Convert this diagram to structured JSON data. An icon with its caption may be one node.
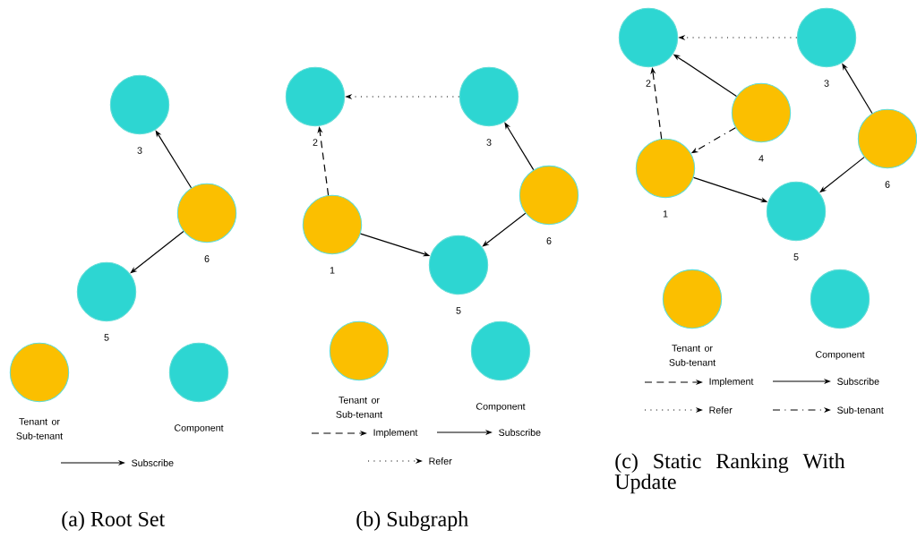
{
  "diagram": {
    "nodes": [
      {
        "text": [
          "3"
        ]
      },
      {
        "text": [
          "6"
        ]
      },
      {
        "text": [
          "5"
        ]
      },
      {
        "text": [
          "2"
        ]
      },
      {
        "text": [
          "3"
        ]
      },
      {
        "text": [
          "1"
        ]
      },
      {
        "text": [
          "6"
        ]
      },
      {
        "text": [
          "5"
        ]
      },
      {
        "text": [
          "2"
        ]
      },
      {
        "text": [
          "3"
        ]
      },
      {
        "text": [
          "4"
        ]
      },
      {
        "text": [
          "1"
        ]
      },
      {
        "text": [
          "6"
        ]
      },
      {
        "text": [
          "5"
        ]
      }
    ],
    "edges": [
      {
        "from": 1,
        "to": 0,
        "arrow": "to"
      },
      {
        "from": 1,
        "to": 2,
        "arrow": "to"
      },
      {
        "from": 4,
        "to": 3,
        "arrow": "to",
        "style": "dashed"
      },
      {
        "from": 5,
        "to": 3,
        "arrow": "to",
        "style": "dashed"
      },
      {
        "from": 6,
        "to": 4,
        "arrow": "to"
      },
      {
        "from": 6,
        "to": 7,
        "arrow": "to"
      },
      {
        "from": 5,
        "to": 7,
        "arrow": "to"
      },
      {
        "from": 9,
        "to": 8,
        "arrow": "to",
        "style": "dashed"
      },
      {
        "from": 11,
        "to": 8,
        "arrow": "to",
        "style": "dashed"
      },
      {
        "from": 10,
        "to": 8,
        "arrow": "to"
      },
      {
        "from": 10,
        "to": 11,
        "arrow": "to",
        "style": "dashed"
      },
      {
        "from": 12,
        "to": 9,
        "arrow": "to"
      },
      {
        "from": 12,
        "to": 13,
        "arrow": "to"
      },
      {
        "from": 11,
        "to": 13,
        "arrow": "to"
      }
    ],
    "labels": [
      "(a) Root Set",
      "(b) Subgraph",
      "(c) Static Ranking With Update"
    ],
    "legend": [
      {
        "text": "Tenant or Sub-tenant",
        "color": "#fbbf00"
      },
      {
        "text": "Component",
        "color": "#2dd6d2"
      },
      {
        "text": "Subscribe"
      },
      {
        "text": "Tenant or Sub-tenant",
        "color": "#fbbf00"
      },
      {
        "text": "Component",
        "color": "#2dd6d2"
      },
      {
        "text": "Implement"
      },
      {
        "text": "Subscribe"
      },
      {
        "text": "Refer"
      },
      {
        "text": "Tenant or Sub-tenant",
        "color": "#fbbf00"
      },
      {
        "text": "Component",
        "color": "#2dd6d2"
      },
      {
        "text": "Implement"
      },
      {
        "text": "Subscribe"
      },
      {
        "text": "Refer"
      },
      {
        "text": "Sub-tenant"
      }
    ]
  }
}
